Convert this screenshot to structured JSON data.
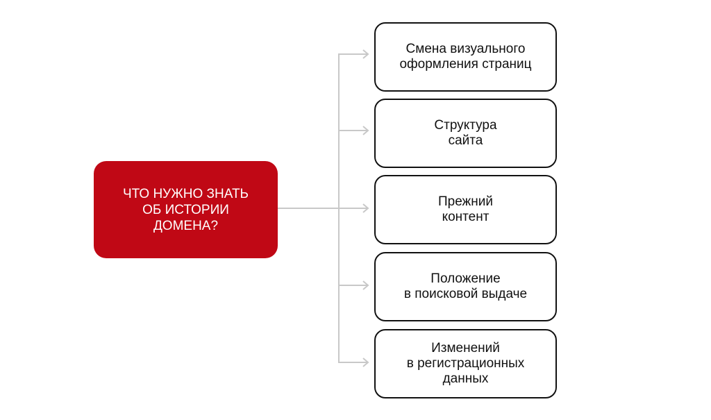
{
  "root": {
    "label": "ЧТО НУЖНО ЗНАТЬ\nОБ ИСТОРИИ\nДОМЕНА?",
    "color": "#c00815"
  },
  "items": [
    {
      "label": "Смена визуального\nоформления страниц"
    },
    {
      "label": "Структура\nсайта"
    },
    {
      "label": "Прежний\nконтент"
    },
    {
      "label": "Положение\nв поисковой выдаче"
    },
    {
      "label": "Изменений\nв регистрационных\nданных"
    }
  ]
}
